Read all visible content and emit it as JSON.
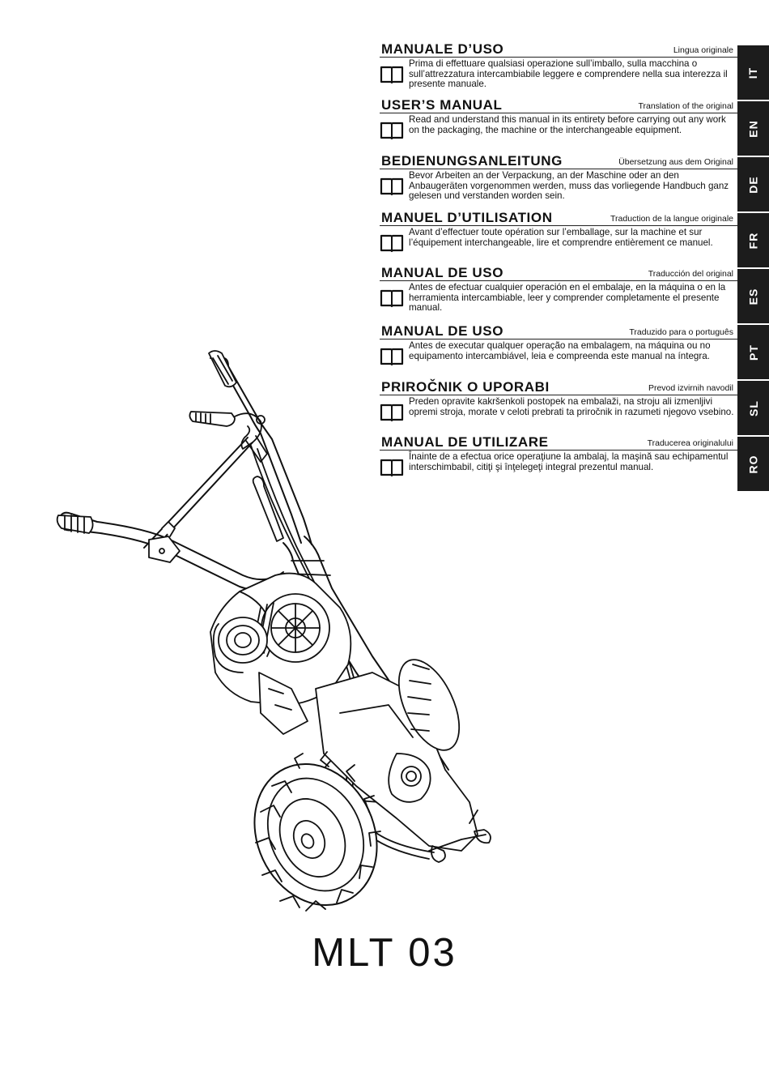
{
  "sections": [
    {
      "title": "MANUALE D’USO",
      "subtitle": "Lingua originale",
      "text": "Prima di effettuare qualsiasi operazione sull’imballo, sulla macchina o sull’attrezzatura intercambiabile leggere e comprendere nella sua interezza il presente manuale."
    },
    {
      "title": "USER’S MANUAL",
      "subtitle": "Translation of the original",
      "text": "Read and understand this manual in its entirety before carrying out any work on the packaging, the machine or the interchangeable equipment."
    },
    {
      "title": "BEDIENUNGSANLEITUNG",
      "subtitle": "Übersetzung aus dem Original",
      "text": "Bevor Arbeiten an der Verpackung, an der Maschine oder an den Anbaugeräten vorgenommen werden, muss das vorliegende Handbuch ganz gelesen und verstanden worden sein."
    },
    {
      "title": "MANUEL D’UTILISATION",
      "subtitle": "Traduction de la langue originale",
      "text": "Avant d’effectuer toute opération sur l’emballage, sur la machine et sur l’équipement interchangeable, lire et comprendre entièrement ce manuel."
    },
    {
      "title": "MANUAL DE USO",
      "subtitle": "Traducción del original",
      "text": "Antes de efectuar cualquier operación en el embalaje, en la máquina o en la herramienta intercambiable, leer y comprender completamente el presente manual."
    },
    {
      "title": "MANUAL DE USO",
      "subtitle": "Traduzido para o português",
      "text": "Antes de executar qualquer operação na embalagem, na máquina ou no equipamento intercambiável, leia e compreenda este manual na íntegra."
    },
    {
      "title": "PRIROČNIK O UPORABI",
      "subtitle": "Prevod izvirnih navodil",
      "text": "Preden opravite kakršenkoli postopek na embalaži, na stroju ali izmenljivi opremi stroja, morate v celoti prebrati ta priročnik in razumeti njegovo vsebino."
    },
    {
      "title": "MANUAL DE UTILIZARE",
      "subtitle": "Traducerea originalului",
      "text": "Înainte de a efectua orice operaţiune la ambalaj, la maşină sau echipamentul interschimbabil, citiţi şi înţelegeţi integral prezentul manual."
    }
  ],
  "language_tabs": [
    "IT",
    "EN",
    "DE",
    "FR",
    "ES",
    "PT",
    "SL",
    "RO"
  ],
  "model": "MLT 03",
  "icons": {
    "manual": "open-book-icon"
  }
}
